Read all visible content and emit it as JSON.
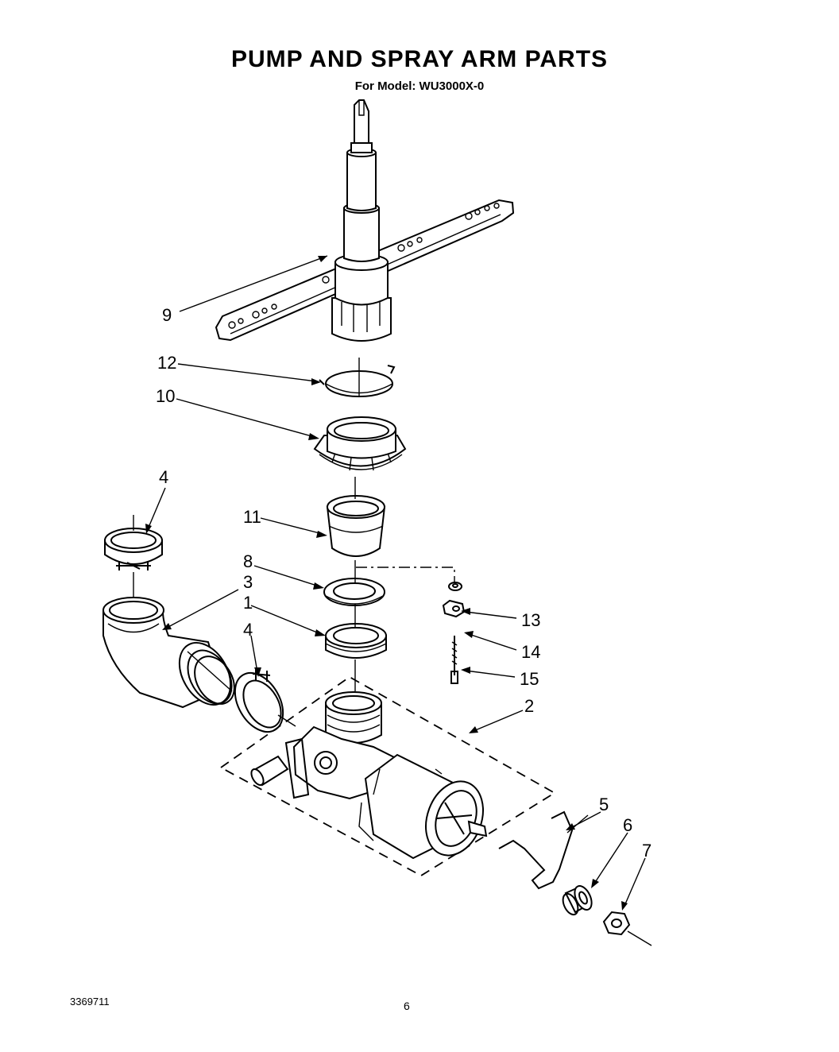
{
  "header": {
    "title": "PUMP AND SPRAY ARM PARTS",
    "subtitle": "For Model: WU3000X-0"
  },
  "footer": {
    "part_number": "3369711",
    "page": "6"
  },
  "callouts": [
    "9",
    "12",
    "10",
    "4",
    "11",
    "8",
    "3",
    "1",
    "4",
    "13",
    "14",
    "15",
    "2",
    "5",
    "6",
    "7"
  ]
}
